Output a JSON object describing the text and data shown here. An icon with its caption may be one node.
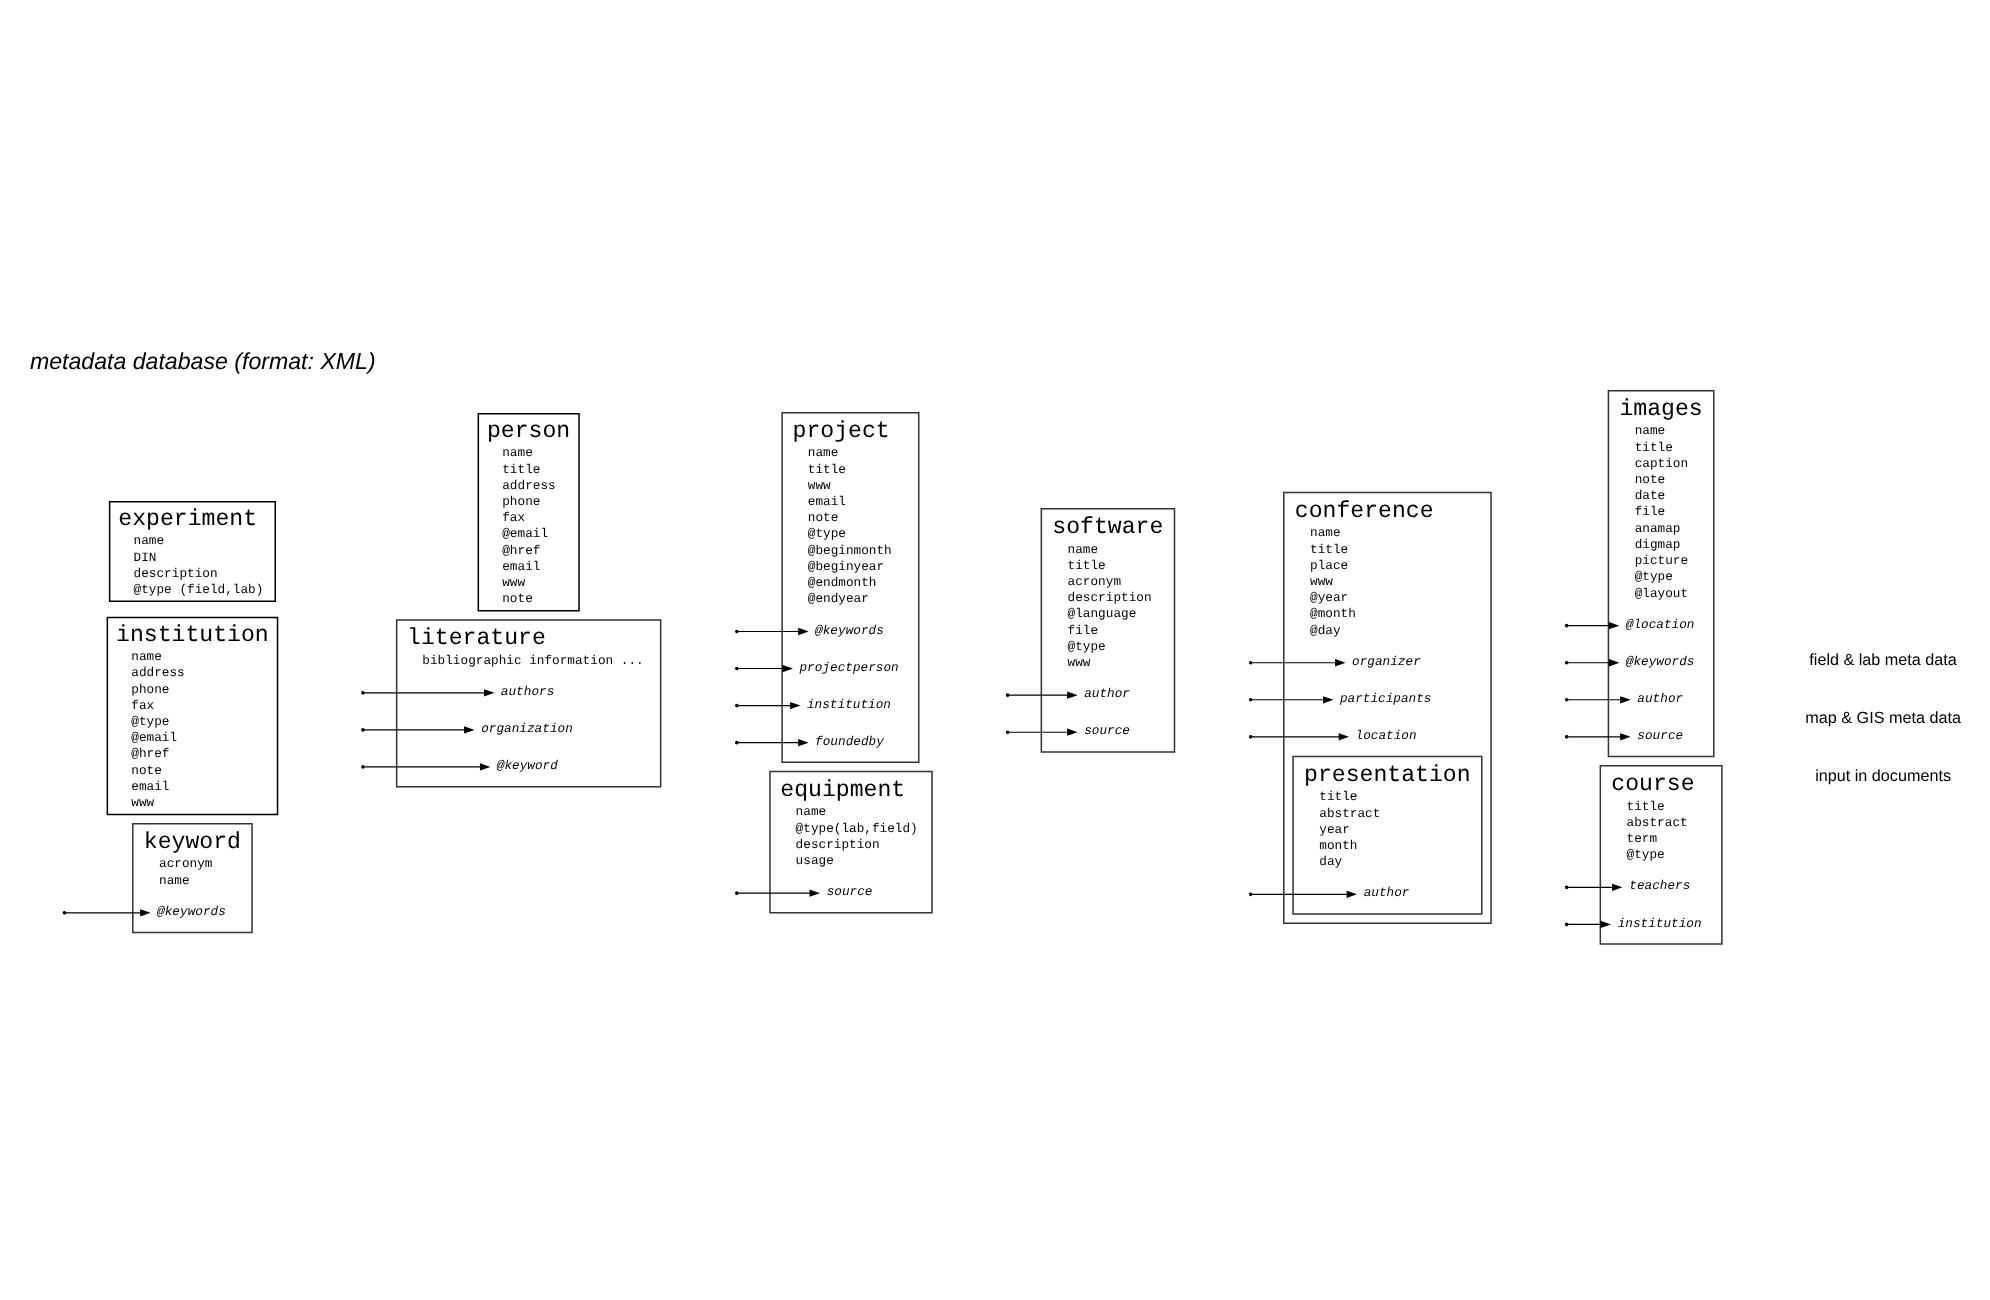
{
  "diagram": {
    "title": "metadata database (format: XML)",
    "nodes": [
      {
        "text": [
          "experiment",
          "name",
          "DIN",
          "description",
          "@type (field,lab)"
        ]
      },
      {
        "text": [
          "keyword",
          "acronym",
          "name"
        ]
      },
      {
        "text": [
          "@keywords"
        ],
        "in": 1
      },
      {
        "text": [
          "institution",
          "name",
          "address",
          "phone",
          "fax",
          "@type",
          "@email",
          "@href",
          "note",
          "email",
          "www"
        ]
      },
      {
        "text": [
          "person",
          "name",
          "title",
          "address",
          "phone",
          "fax",
          "@email",
          "@href",
          "email",
          "www",
          "note"
        ]
      },
      {
        "text": [
          "literature",
          "bibliographic information ..."
        ]
      },
      {
        "text": [
          "authors"
        ],
        "in": 5
      },
      {
        "text": [
          "organization"
        ],
        "in": 5
      },
      {
        "text": [
          "@keyword"
        ],
        "in": 5
      },
      {
        "text": [
          "project",
          "name",
          "title",
          "www",
          "email",
          "note",
          "@type",
          "@beginmonth",
          "@beginyear",
          "@endmonth",
          "@endyear"
        ]
      },
      {
        "text": [
          "@keywords"
        ],
        "in": 9
      },
      {
        "text": [
          "projectperson"
        ],
        "in": 9
      },
      {
        "text": [
          "institution"
        ],
        "in": 9
      },
      {
        "text": [
          "foundedby"
        ],
        "in": 9
      },
      {
        "text": [
          "equipment",
          "name",
          "@type(lab,field)",
          "description",
          "usage"
        ]
      },
      {
        "text": [
          "source"
        ],
        "in": 14
      },
      {
        "text": [
          "software",
          "name",
          "title",
          "acronym",
          "description",
          "@language",
          "file",
          "@type",
          "www"
        ]
      },
      {
        "text": [
          "author"
        ],
        "in": 16
      },
      {
        "text": [
          "source"
        ],
        "in": 16
      },
      {
        "text": [
          "conference",
          "name",
          "title",
          "place",
          "www",
          "@year",
          "@month",
          "@day"
        ]
      },
      {
        "text": [
          "organizer"
        ],
        "in": 19
      },
      {
        "text": [
          "participants"
        ],
        "in": 19
      },
      {
        "text": [
          "location"
        ],
        "in": 19
      },
      {
        "text": [
          "presentation",
          "title",
          "abstract",
          "year",
          "month",
          "day"
        ],
        "in": 19
      },
      {
        "text": [
          "author"
        ],
        "in": 23
      },
      {
        "text": [
          "images",
          "name",
          "title",
          "caption",
          "note",
          "date",
          "file",
          "anamap",
          "digmap",
          "picture",
          "@type",
          "@layout"
        ]
      },
      {
        "text": [
          "@location"
        ],
        "in": 25
      },
      {
        "text": [
          "@keywords"
        ],
        "in": 25
      },
      {
        "text": [
          "author"
        ],
        "in": 25
      },
      {
        "text": [
          "source"
        ],
        "in": 25
      },
      {
        "text": [
          "course",
          "title",
          "abstract",
          "term",
          "@type"
        ]
      },
      {
        "text": [
          "teachers"
        ],
        "in": 30
      },
      {
        "text": [
          "institution"
        ],
        "in": 30
      }
    ],
    "edges": [
      {
        "from": null,
        "to": 2,
        "arrow": "to"
      },
      {
        "from": null,
        "to": 6,
        "arrow": "to"
      },
      {
        "from": null,
        "to": 7,
        "arrow": "to"
      },
      {
        "from": null,
        "to": 8,
        "arrow": "to"
      },
      {
        "from": null,
        "to": 10,
        "arrow": "to"
      },
      {
        "from": null,
        "to": 11,
        "arrow": "to"
      },
      {
        "from": null,
        "to": 12,
        "arrow": "to"
      },
      {
        "from": null,
        "to": 13,
        "arrow": "to"
      },
      {
        "from": null,
        "to": 15,
        "arrow": "to"
      },
      {
        "from": null,
        "to": 17,
        "arrow": "to"
      },
      {
        "from": null,
        "to": 18,
        "arrow": "to"
      },
      {
        "from": null,
        "to": 20,
        "arrow": "to"
      },
      {
        "from": null,
        "to": 21,
        "arrow": "to"
      },
      {
        "from": null,
        "to": 22,
        "arrow": "to"
      },
      {
        "from": null,
        "to": 24,
        "arrow": "to"
      },
      {
        "from": null,
        "to": 26,
        "arrow": "to"
      },
      {
        "from": null,
        "to": 27,
        "arrow": "to"
      },
      {
        "from": null,
        "to": 28,
        "arrow": "to"
      },
      {
        "from": null,
        "to": 29,
        "arrow": "to"
      },
      {
        "from": null,
        "to": 31,
        "arrow": "to"
      },
      {
        "from": null,
        "to": 32,
        "arrow": "to"
      }
    ],
    "labels": [
      "field & lab meta data",
      "map & GIS meta data",
      "input in documents"
    ]
  }
}
